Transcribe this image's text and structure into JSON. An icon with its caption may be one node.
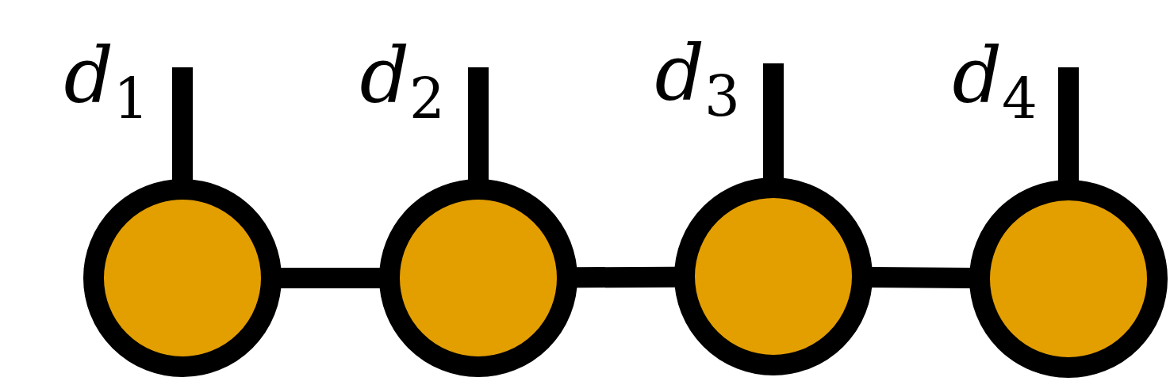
{
  "diagram": {
    "nodes": [
      {
        "text": [],
        "shape": "circle"
      },
      {
        "text": [],
        "shape": "circle"
      },
      {
        "text": [],
        "shape": "circle"
      },
      {
        "text": [],
        "shape": "circle"
      }
    ],
    "edges": [
      {
        "from": 0,
        "to": 1,
        "arrow": "none"
      },
      {
        "from": 1,
        "to": 2,
        "arrow": "none"
      },
      {
        "from": 2,
        "to": 3,
        "arrow": "none"
      },
      {
        "from": 0,
        "to": null,
        "arrow": "none",
        "label": "*d*$_{1}$"
      },
      {
        "from": 1,
        "to": null,
        "arrow": "none",
        "label": "*d*$_{2}$"
      },
      {
        "from": 2,
        "to": null,
        "arrow": "none",
        "label": "*d*$_{3}$"
      },
      {
        "from": 3,
        "to": null,
        "arrow": "none",
        "label": "*d*$_{4}$"
      }
    ]
  }
}
